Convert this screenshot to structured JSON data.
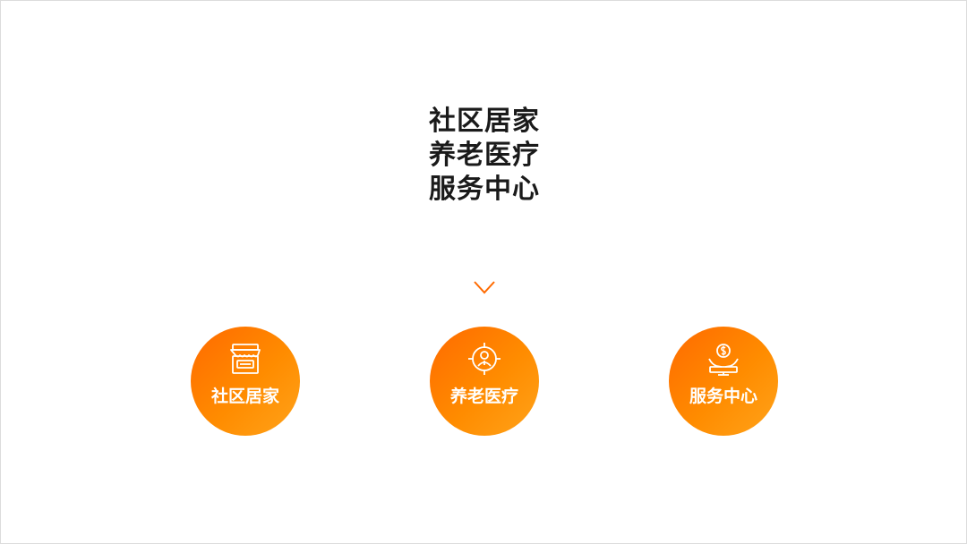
{
  "title": {
    "lines": [
      "社区居家",
      "养老医疗",
      "服务中心"
    ]
  },
  "arrow_icon": "double-down-arrow",
  "items": [
    {
      "label": "社区居家",
      "icon": "storefront-icon"
    },
    {
      "label": "养老医疗",
      "icon": "medical-target-icon"
    },
    {
      "label": "服务中心",
      "icon": "money-service-icon"
    }
  ],
  "colors": {
    "accent": "#ff7a00",
    "accent_light": "#ffa31a",
    "title_text": "#1a1a1a",
    "label_text": "#ffffff"
  }
}
